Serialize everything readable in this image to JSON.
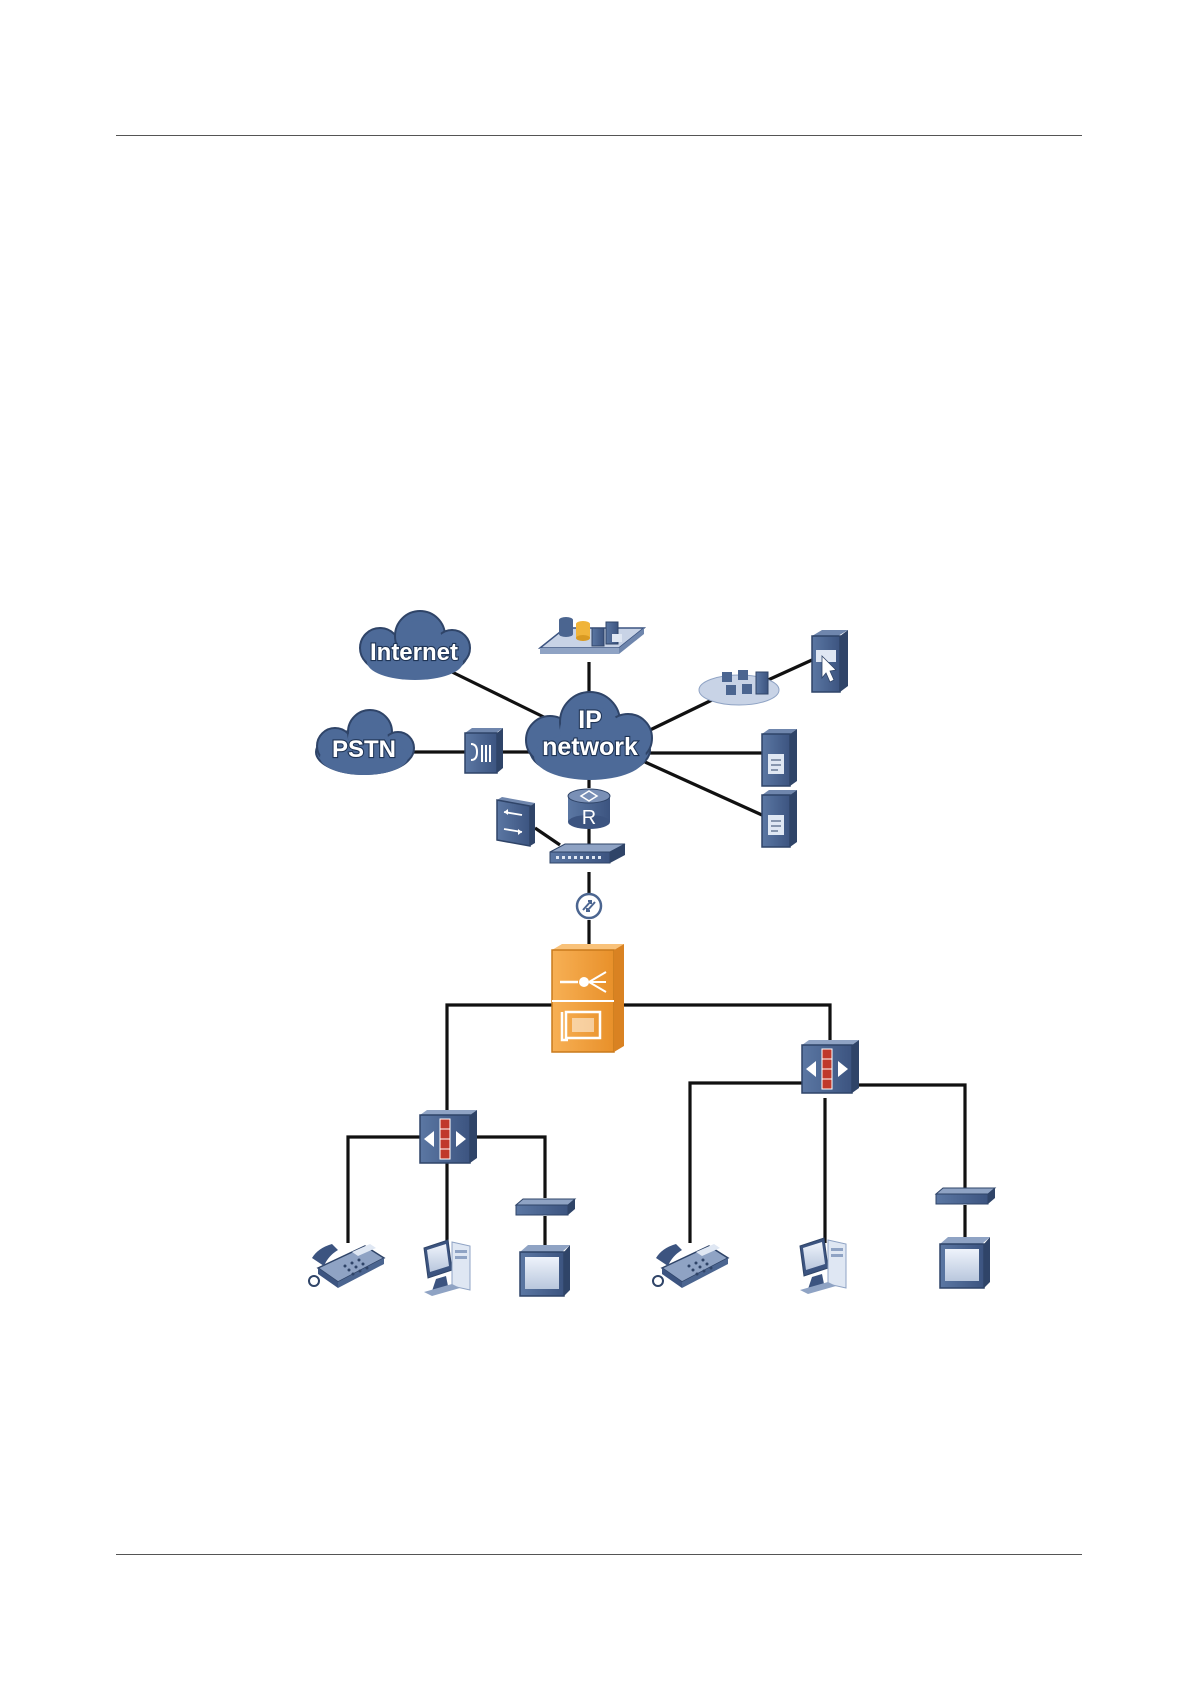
{
  "diagram": {
    "clouds": {
      "internet": "Internet",
      "pstn": "PSTN",
      "ip_network_line1": "IP",
      "ip_network_line2": "network"
    },
    "router_letter": "R"
  },
  "colors": {
    "device_blue": "#4b6590",
    "device_dark": "#2f4468",
    "cloud_fill": "#4d6a98",
    "gateway_orange": "#f5a442",
    "firewall_red": "#c0392b",
    "link": "#111111",
    "rule": "#555555"
  },
  "icons": [
    "internet-cloud-icon",
    "pstn-cloud-icon",
    "ip-network-cloud-icon",
    "server-cluster-icon",
    "workstation-group-icon",
    "management-server-icon",
    "file-server-icon",
    "voice-gateway-icon",
    "router-icon",
    "l2-switch-icon",
    "switch-icon",
    "transceiver-icon",
    "security-gateway-icon",
    "firewall-icon",
    "ip-phone-icon",
    "pc-icon",
    "set-top-box-icon",
    "tv-monitor-icon"
  ]
}
